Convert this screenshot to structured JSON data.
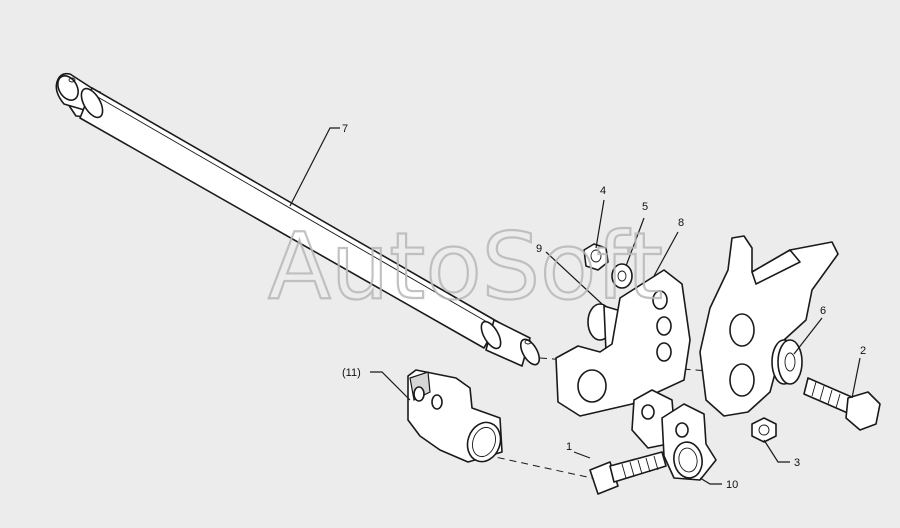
{
  "watermark": "AutoSoft",
  "callouts": {
    "c1": "1",
    "c2": "2",
    "c3": "3",
    "c4": "4",
    "c5": "5",
    "c6": "6",
    "c7": "7",
    "c8": "8",
    "c9": "9",
    "c10": "10",
    "c11": "(11)"
  },
  "colors": {
    "background": "#ececec",
    "ink": "#1a1a1a",
    "watermark": "#b8b8b8"
  }
}
